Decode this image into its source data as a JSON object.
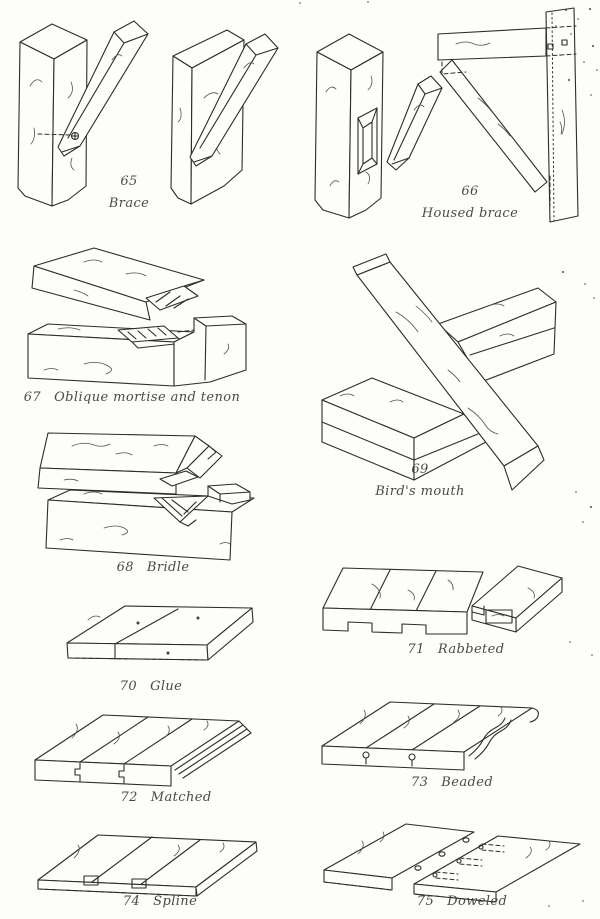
{
  "page": {
    "kind": "scanned book plate of woodworking joints",
    "background": "#fdfdfb",
    "ink_color": "#2e2c28"
  },
  "figures": [
    {
      "number": "65",
      "caption": "Brace",
      "illustration": "post-and-plank-with-nailed-diagonal-braces"
    },
    {
      "number": "66",
      "caption": "Housed brace",
      "illustration": "post-with-housing-loose-brace-and-braced-bracket"
    },
    {
      "number": "67",
      "caption": "Oblique mortise and tenon",
      "illustration": "slab-with-oblique-tenon-above-mortised-beam"
    },
    {
      "number": "68",
      "caption": "Bridle",
      "illustration": "beam-with-v-tongue-above-v-notched-beam"
    },
    {
      "number": "69",
      "caption": "Bird's mouth",
      "illustration": "diagonal-plank-crossing-beam"
    },
    {
      "number": "70",
      "caption": "Glue",
      "illustration": "two-boards-butt-joined-flat-panel"
    },
    {
      "number": "71",
      "caption": "Rabbeted",
      "illustration": "panel-of-rabbet-edged-boards-one-separated"
    },
    {
      "number": "72",
      "caption": "Matched",
      "illustration": "tongue-and-groove-board-panel"
    },
    {
      "number": "73",
      "caption": "Beaded",
      "illustration": "tongue-and-groove-boards-with-bead"
    },
    {
      "number": "74",
      "caption": "Spline",
      "illustration": "boards-joined-with-splines"
    },
    {
      "number": "75",
      "caption": "Doweled",
      "illustration": "two-boards-with-dowel-pins"
    }
  ]
}
